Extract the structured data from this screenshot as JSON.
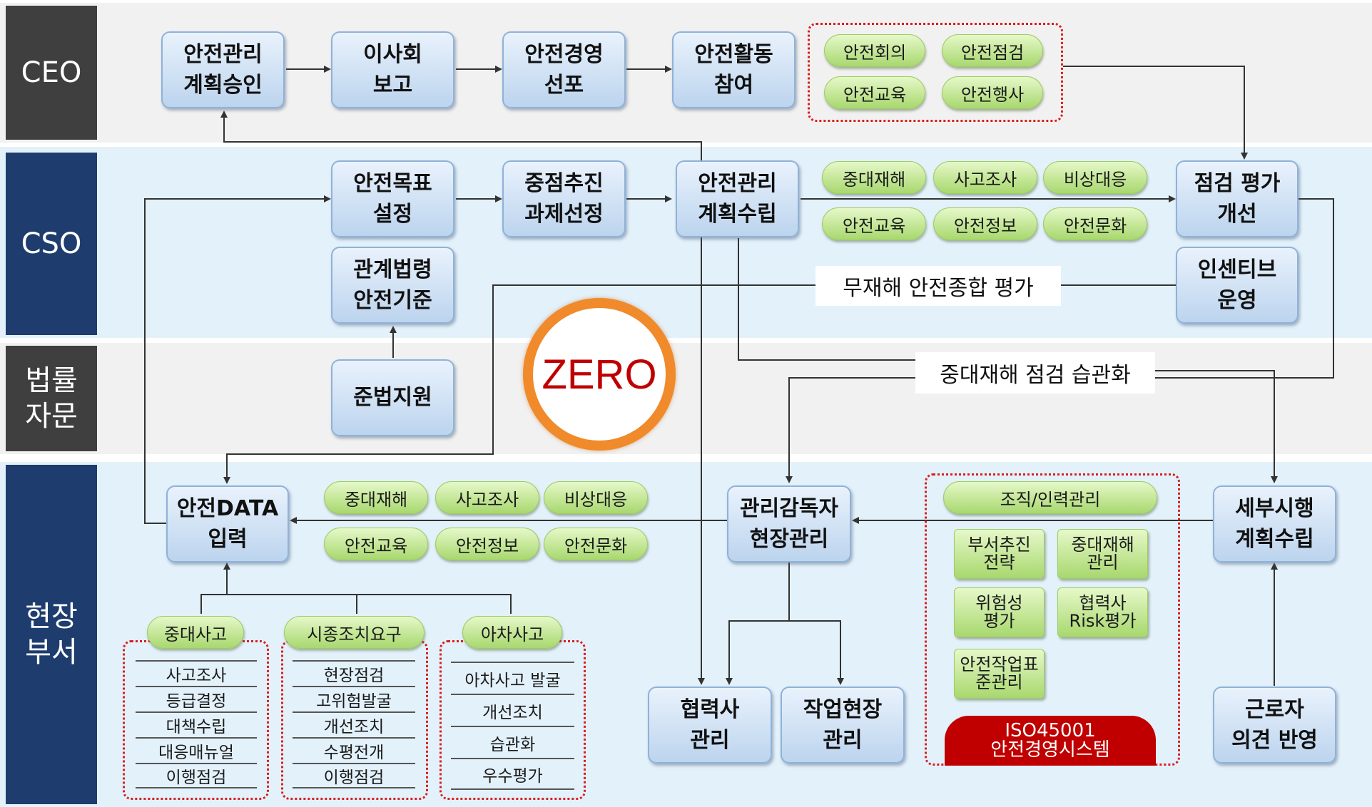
{
  "lanes": {
    "ceo": "CEO",
    "cso": "CSO",
    "legal": "법률\n자문",
    "field": "현장\n부서"
  },
  "ceo_boxes": [
    "안전관리\n계획승인",
    "이사회\n보고",
    "안전경영\n선포",
    "안전활동\n참여"
  ],
  "ceo_pills": [
    "안전회의",
    "안전점검",
    "안전교육",
    "안전행사"
  ],
  "cso_boxes": {
    "goal": "안전목표\n설정",
    "priority": "중점추진\n과제선정",
    "plan": "안전관리\n계획수립",
    "law": "관계법령\n안전기준",
    "inspect": "점검 평가\n개선",
    "incentive": "인센티브\n운영"
  },
  "cso_pills": [
    "중대재해",
    "사고조사",
    "비상대응",
    "안전교육",
    "안전정보",
    "안전문화"
  ],
  "eval_label": "무재해 안전종합 평가",
  "habit_label": "중대재해 점검 습관화",
  "legal_box": "준법지원",
  "zero": "ZERO",
  "field_boxes": {
    "data": "안전DATA\n입력",
    "supervisor": "관리감독자\n현장관리",
    "detail": "세부시행\n계획수립",
    "partner": "협력사\n관리",
    "worksite": "작업현장\n관리",
    "worker": "근로자\n의견 반영"
  },
  "field_pills": [
    "중대재해",
    "사고조사",
    "비상대응",
    "안전교육",
    "안전정보",
    "안전문화"
  ],
  "iso_group": {
    "header": "조직/인력관리",
    "items": [
      "부서추진\n전략",
      "중대재해\n관리",
      "위험성\n평가",
      "협력사\nRisk평가",
      "안전작업표\n준관리"
    ],
    "badge_line1": "ISO45001",
    "badge_line2": "안전경영시스템"
  },
  "lists": [
    {
      "title": "중대사고",
      "items": [
        "사고조사",
        "등급결정",
        "대책수립",
        "대응매뉴얼",
        "이행점검"
      ]
    },
    {
      "title": "시종조치요구",
      "items": [
        "현장점검",
        "고위험발굴",
        "개선조치",
        "수평전개",
        "이행점검"
      ]
    },
    {
      "title": "아차사고",
      "items": [
        "아차사고 발굴",
        "개선조치",
        "습관화",
        "우수평가"
      ]
    }
  ],
  "colors": {
    "ceo_lane": "#3f3f3f",
    "lane_blue": "#1e3d6e",
    "box_blue": "#bcd4ee",
    "pill_green": "#a8d86e",
    "dotted_red": "#d91e1e",
    "zero_ring": "#f08a2a",
    "iso_red": "#c00000"
  }
}
